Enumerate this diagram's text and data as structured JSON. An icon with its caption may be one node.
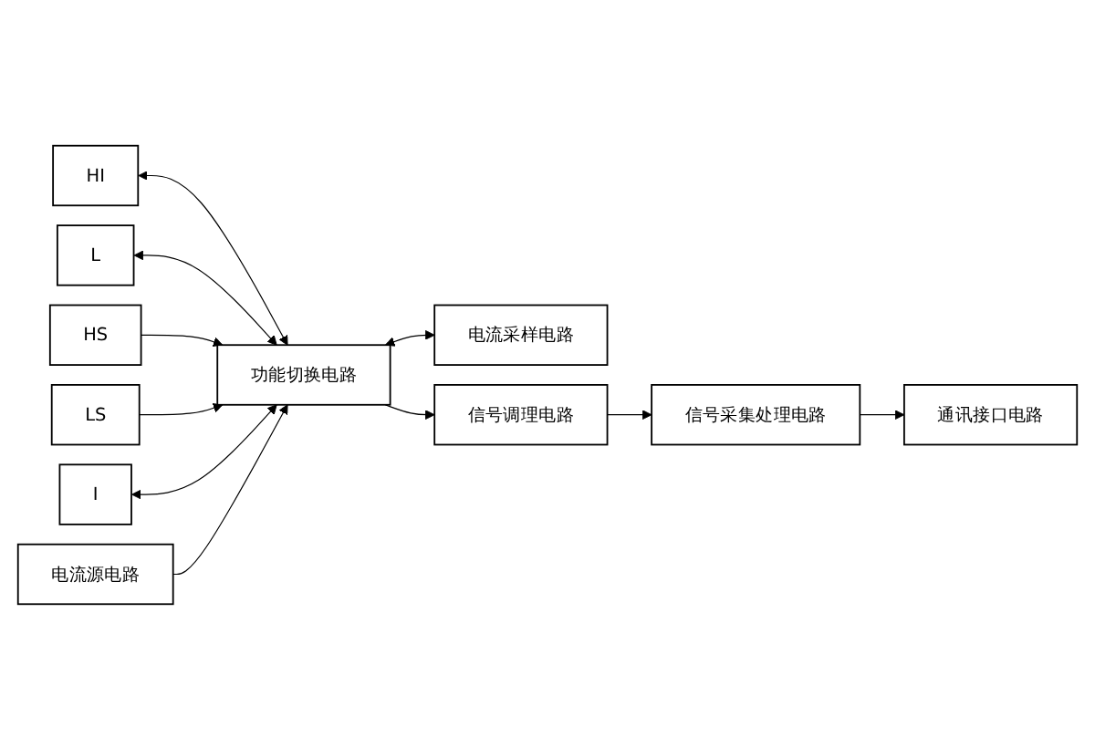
{
  "diagram": {
    "nodes": [
      {
        "text": [
          "HI"
        ]
      },
      {
        "text": [
          "L"
        ]
      },
      {
        "text": [
          "HS"
        ]
      },
      {
        "text": [
          "LS"
        ]
      },
      {
        "text": [
          "I"
        ]
      },
      {
        "text": [
          "功能切换电路"
        ]
      },
      {
        "text": [
          "电流源电路"
        ]
      },
      {
        "text": [
          "电流采样电路"
        ]
      },
      {
        "text": [
          "信号调理电路"
        ]
      },
      {
        "text": [
          "信号采集处理电路"
        ]
      },
      {
        "text": [
          "通讯接口电路"
        ]
      }
    ],
    "edges": [
      {
        "from": 0,
        "to": 5,
        "arrow": "both"
      },
      {
        "from": 1,
        "to": 5,
        "arrow": "both"
      },
      {
        "from": 2,
        "to": 5,
        "arrow": "to"
      },
      {
        "from": 3,
        "to": 5,
        "arrow": "to"
      },
      {
        "from": 4,
        "to": 5,
        "arrow": "both"
      },
      {
        "from": 6,
        "to": 5,
        "arrow": "to"
      },
      {
        "from": 5,
        "to": 7,
        "arrow": "both"
      },
      {
        "from": 5,
        "to": 8,
        "arrow": "to"
      },
      {
        "from": 8,
        "to": 9,
        "arrow": "to"
      },
      {
        "from": 9,
        "to": 10,
        "arrow": "to"
      }
    ]
  }
}
